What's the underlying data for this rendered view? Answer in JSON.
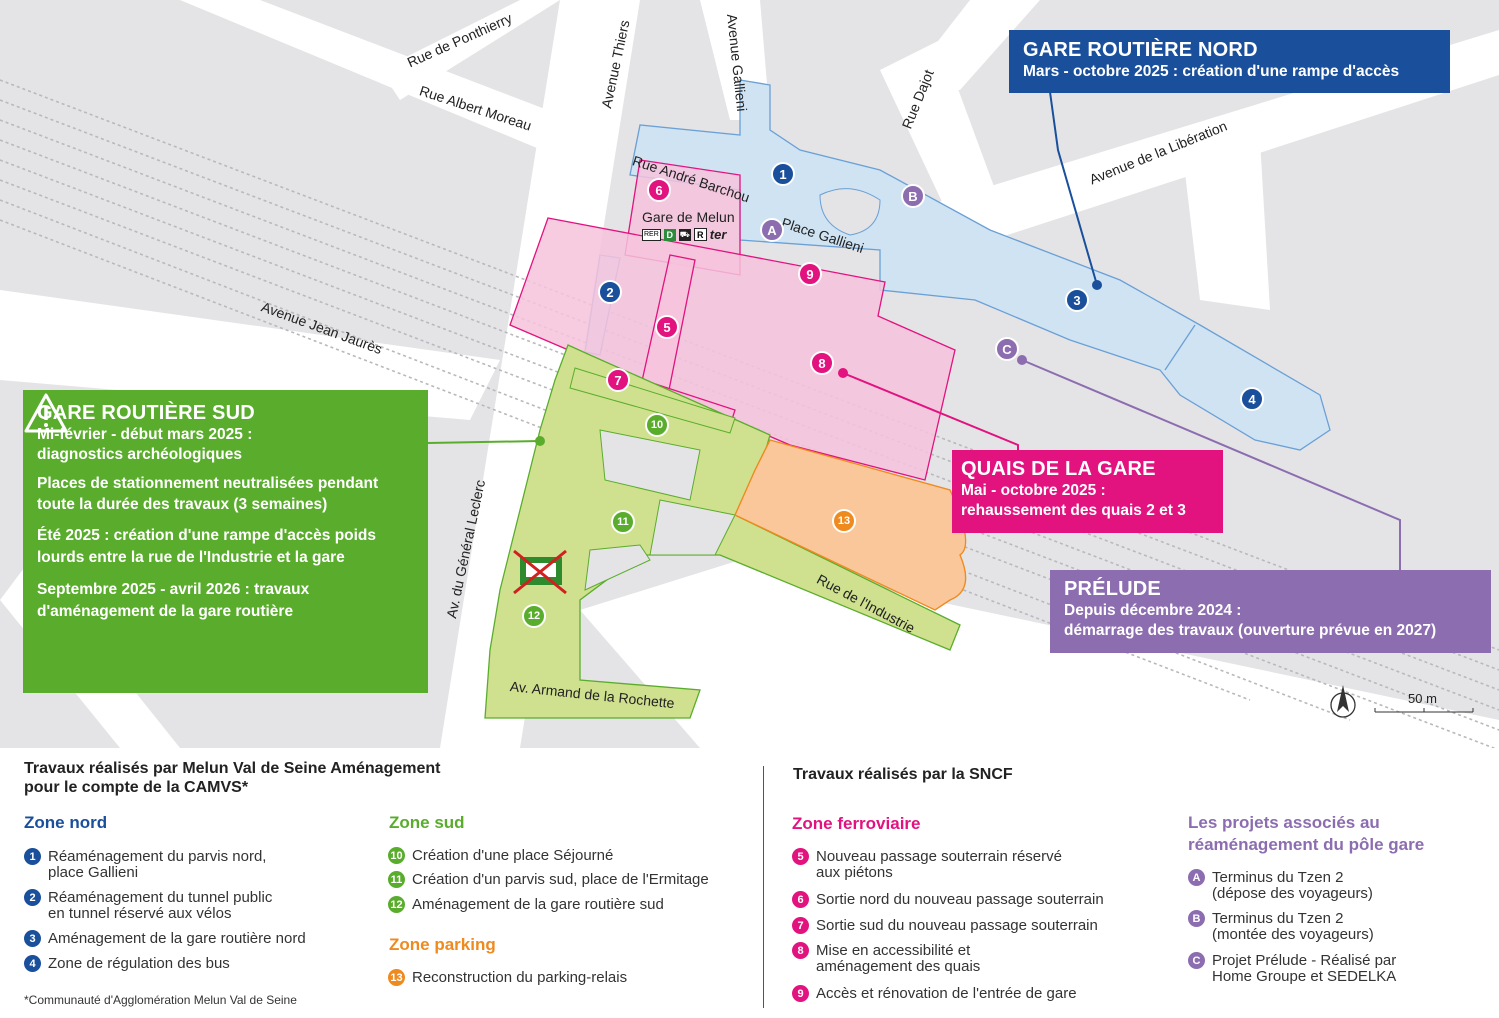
{
  "colors": {
    "north_blue": "#1a4f9c",
    "south_green": "#5aad2c",
    "rail_pink": "#e2127f",
    "parking_orange": "#ef8a1f",
    "prelude_purple": "#8c6db0"
  },
  "map": {
    "streets": {
      "ponthierry": "Rue de Ponthierry",
      "albert_moreau": "Rue Albert Moreau",
      "thiers": "Avenue Thiers",
      "gallieni_av": "Avenue Gallieni",
      "dajot": "Rue Dajot",
      "barchou": "Rue André Barchou",
      "liberation": "Avenue de la Libération",
      "place_gallieni": "Place Gallieni",
      "jean_jaures": "Avenue Jean Jaurès",
      "leclerc": "Av. du Général Leclerc",
      "industrie": "Rue de l'Industrie",
      "armand": "Av. Armand de la Rochette"
    },
    "station": {
      "name": "Gare de Melun",
      "lines": [
        "RER",
        "D",
        "⛟",
        "R",
        "ter"
      ]
    },
    "scale_label": "50 m",
    "compass_icon": "north-arrow-icon"
  },
  "callouts": {
    "nord": {
      "title": "GARE ROUTIÈRE NORD",
      "text": "Mars - octobre 2025 : création d'une rampe d'accès"
    },
    "sud": {
      "title": "GARE ROUTIÈRE SUD",
      "line1": "Mi-février - début mars 2025 :",
      "line2": "diagnostics archéologiques",
      "warning_icon": "warning-triangle-icon",
      "warning": "Places de stationnement neutralisées pendant toute la durée des travaux (3 semaines)",
      "para2": "Été 2025 : création d'une rampe d'accès poids lourds entre la rue de l'Industrie et la gare",
      "para3": "Septembre 2025 - avril 2026 : travaux d'aménagement de la gare routière"
    },
    "quais": {
      "title": "QUAIS DE LA GARE",
      "line1": "Mai - octobre 2025 :",
      "line2": "rehaussement des quais 2 et 3"
    },
    "prelude": {
      "title": "PRÉLUDE",
      "line1": "Depuis décembre 2024 :",
      "line2": "démarrage des travaux (ouverture prévue en 2027)"
    }
  },
  "legend": {
    "mvsa_title": "Travaux réalisés par Melun Val de Seine Aménagement\npour le compte de la CAMVS*",
    "sncf_title": "Travaux réalisés par la SNCF",
    "zone_nord": {
      "title": "Zone nord",
      "items": [
        {
          "n": "1",
          "text": "Réaménagement du parvis nord,\nplace Gallieni"
        },
        {
          "n": "2",
          "text": "Réaménagement du tunnel public\nen tunnel réservé aux vélos"
        },
        {
          "n": "3",
          "text": "Aménagement de la gare routière nord"
        },
        {
          "n": "4",
          "text": "Zone de régulation des bus"
        }
      ]
    },
    "zone_sud": {
      "title": "Zone sud",
      "items": [
        {
          "n": "10",
          "text": "Création d'une place Séjourné"
        },
        {
          "n": "11",
          "text": "Création d'un parvis sud, place de l'Ermitage"
        },
        {
          "n": "12",
          "text": "Aménagement de la gare routière sud"
        }
      ]
    },
    "zone_parking": {
      "title": "Zone parking",
      "items": [
        {
          "n": "13",
          "text": "Reconstruction du parking-relais"
        }
      ]
    },
    "zone_ferroviaire": {
      "title": "Zone ferroviaire",
      "items": [
        {
          "n": "5",
          "text": "Nouveau passage souterrain réservé\naux piétons"
        },
        {
          "n": "6",
          "text": "Sortie nord du nouveau passage souterrain"
        },
        {
          "n": "7",
          "text": "Sortie sud du nouveau passage souterrain"
        },
        {
          "n": "8",
          "text": "Mise en accessibilité et\naménagement des quais"
        },
        {
          "n": "9",
          "text": "Accès et rénovation de l'entrée de gare"
        }
      ]
    },
    "projets": {
      "title": "Les projets associés au\nréaménagement du pôle gare",
      "items": [
        {
          "n": "A",
          "text": "Terminus du Tzen 2\n(dépose des voyageurs)"
        },
        {
          "n": "B",
          "text": "Terminus du Tzen 2\n(montée des voyageurs)"
        },
        {
          "n": "C",
          "text": "Projet Prélude - Réalisé par\nHome Groupe et SEDELKA"
        }
      ]
    },
    "footnote": "*Communauté d'Agglomération Melun Val de Seine"
  }
}
